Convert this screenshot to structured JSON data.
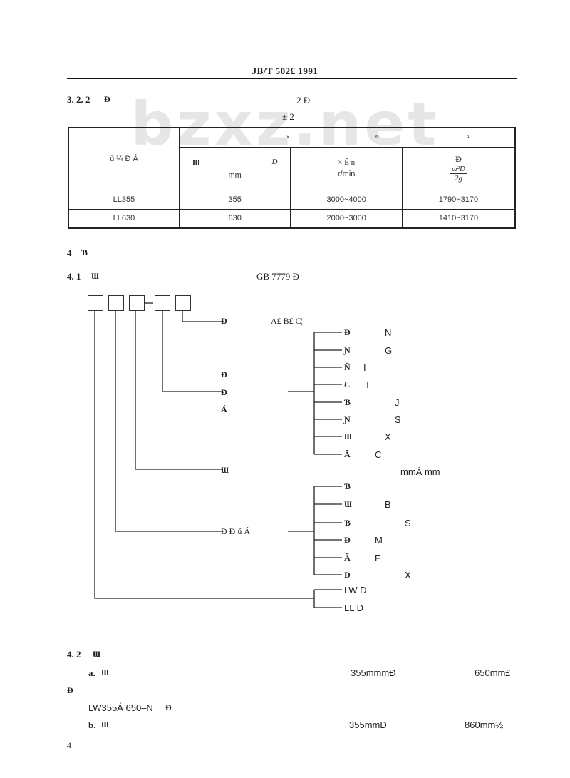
{
  "header": {
    "standard_code": "JB/T  502£ 1991"
  },
  "watermark": "bzxz.net",
  "section_322": {
    "number": "3. 2. 2",
    "glyph": "Ɖ",
    "table_ref": "2 Ɖ",
    "table_caption": "± 2"
  },
  "table": {
    "group_head": [
      "×",
      "ª",
      "¹"
    ],
    "model_head": "ù  ¼  Ð  Á",
    "col1": {
      "glyph": "Ɯ",
      "symbol": "D",
      "unit": "mm"
    },
    "col2": {
      "head": "×  Ê   n",
      "unit": "r/min"
    },
    "col3": {
      "glyph": "Ɖ",
      "formula_num": "ω²D",
      "formula_den": "2g"
    },
    "rows": [
      {
        "model": "LL355",
        "d": "355",
        "speed": "3000~4000",
        "value": "1790~3170"
      },
      {
        "model": "LL630",
        "d": "630",
        "speed": "2000~3000",
        "value": "1410~3170"
      }
    ]
  },
  "section_4": {
    "number": "4",
    "glyph": "Ɓ"
  },
  "section_41": {
    "number": "4. 1",
    "glyph": "Ɯ",
    "ref": "GB 7779 Ɖ"
  },
  "diagram": {
    "grade_label": "Ð",
    "grade_values": "A£ B£ C¦",
    "material_group": [
      "Ɖ",
      "Ɖ",
      "Á"
    ],
    "materials": [
      {
        "glyph": "Ɖ",
        "code": "N"
      },
      {
        "glyph": "Ɲ",
        "code": "G"
      },
      {
        "glyph": "Ñ",
        "code": "I"
      },
      {
        "glyph": "Ł",
        "code": "T"
      },
      {
        "glyph": "Ɓ",
        "code": "J"
      },
      {
        "glyph": "Ɲ",
        "code": "S"
      },
      {
        "glyph": "Ɯ",
        "code": "X"
      },
      {
        "glyph": "Ã",
        "code": "C"
      }
    ],
    "diameter_label": "Ɯ",
    "diameter_unit": "mmÁ mm",
    "structure_label": "Ð  Ð   ú   Á",
    "structures": [
      {
        "glyph": "Ɓ",
        "code": ""
      },
      {
        "glyph": "Ɯ",
        "code": "B"
      },
      {
        "glyph": "Ɓ",
        "code": "S"
      },
      {
        "glyph": "Ɖ",
        "code": "M"
      },
      {
        "glyph": "Ã",
        "code": "F"
      },
      {
        "glyph": "Ɖ",
        "code": "X"
      }
    ],
    "types": [
      "LW Ɖ",
      "LL Ɖ"
    ]
  },
  "section_42": {
    "number": "4. 2",
    "glyph": "Ɯ"
  },
  "item_a": {
    "label": "a.",
    "glyph": "Ɯ",
    "dia": "355mmmƉ",
    "len": "650mm£",
    "cont": "Ɖ"
  },
  "example_a": {
    "code": "LW355Á 650–N",
    "glyph": "Ɖ"
  },
  "item_b": {
    "label": "b.",
    "glyph": "Ɯ",
    "dia": "355mmƉ",
    "len": "860mm½"
  },
  "page_number": "4"
}
